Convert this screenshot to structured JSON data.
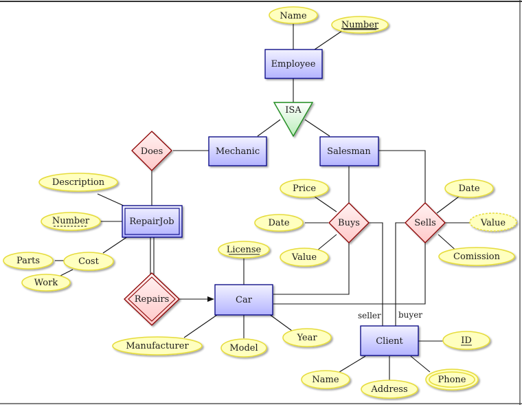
{
  "entities": {
    "employee": "Employee",
    "mechanic": "Mechanic",
    "salesman": "Salesman",
    "repairjob": "RepairJob",
    "car": "Car",
    "client": "Client"
  },
  "relationships": {
    "isa": "ISA",
    "does": "Does",
    "buys": "Buys",
    "sells": "Sells",
    "repairs": "Repairs"
  },
  "attributes": {
    "emp_name": "Name",
    "emp_number": "Number",
    "description": "Description",
    "job_number": "Number",
    "cost": "Cost",
    "parts": "Parts",
    "work": "Work",
    "license": "License",
    "manufacturer": "Manufacturer",
    "model": "Model",
    "year": "Year",
    "buy_price": "Price",
    "buy_date": "Date",
    "buy_value": "Value",
    "sell_date": "Date",
    "sell_value": "Value",
    "commission": "Comission",
    "client_id": "ID",
    "client_name": "Name",
    "client_address": "Address",
    "client_phone": "Phone"
  },
  "roles": {
    "seller": "seller",
    "buyer": "buyer"
  },
  "colors": {
    "entity_fill_top": "#f2f2ff",
    "entity_fill_bottom": "#b3b3ff",
    "entity_stroke": "#000080",
    "relationship_fill": "#ffdcdc",
    "relationship_stroke": "#8b0000",
    "attribute_fill": "#ffffbf",
    "attribute_stroke": "#e6dc3c",
    "isa_fill": "#d6f5d6",
    "isa_stroke": "#1e8c1e"
  }
}
